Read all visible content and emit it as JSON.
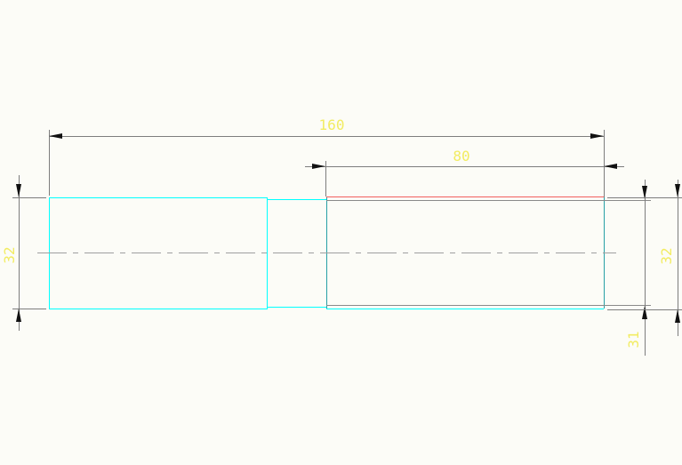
{
  "dimensions": {
    "overall_length": "160",
    "right_section_length": "80",
    "left_diameter": "32",
    "right_inner_diameter": "31",
    "right_outer_diameter": "32"
  },
  "colors": {
    "background": "#fcfcf7",
    "shaft_outline_cyan": "#00ffff",
    "shaft_edge_teal": "#27a0a5",
    "highlight_red": "#f25f5f",
    "dimension_line_gray": "#7d7d7d",
    "thread_line_gray": "#8a8a8a",
    "centerline_gray": "#9f9f9f",
    "arrowhead_black": "#111111",
    "dimension_text_yellow": "#f2ec62"
  }
}
